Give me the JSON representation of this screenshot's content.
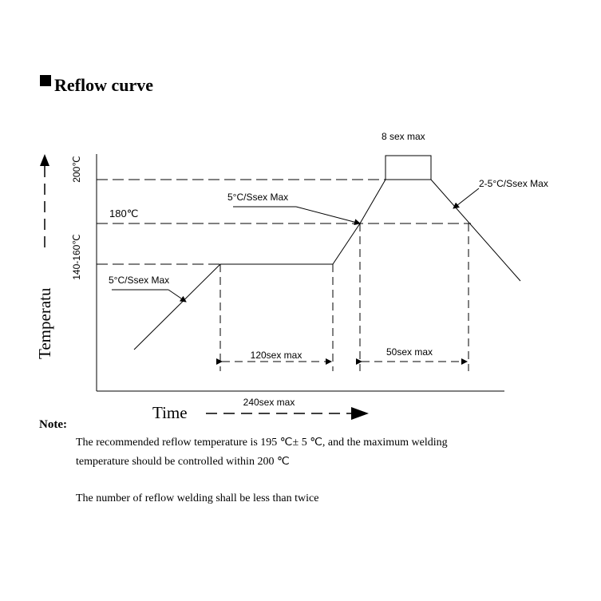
{
  "heading": "Reflow curve",
  "diagram": {
    "labels": {
      "peak_hold": "8 sex max",
      "cooling_rate": "2-5°C/Ssex Max",
      "ramp_up_2": "5°C/Ssex Max",
      "ramp_up_1": "5°C/Ssex Max",
      "preheat_time": "120sex max",
      "above_180_time": "50sex max",
      "total_time": "240sex max"
    },
    "y_axis": {
      "title": "Temperatu",
      "tick_200": "200℃",
      "tick_180": "180℃",
      "tick_140_160": "140-160℃"
    },
    "x_axis": {
      "title": "Time"
    }
  },
  "note": {
    "title": "Note:",
    "line1": "The recommended reflow temperature is 195 ℃± 5 ℃, and the maximum welding",
    "line2": "temperature should be controlled within 200 ℃",
    "line3": "The number of reflow welding shall be less than twice"
  }
}
